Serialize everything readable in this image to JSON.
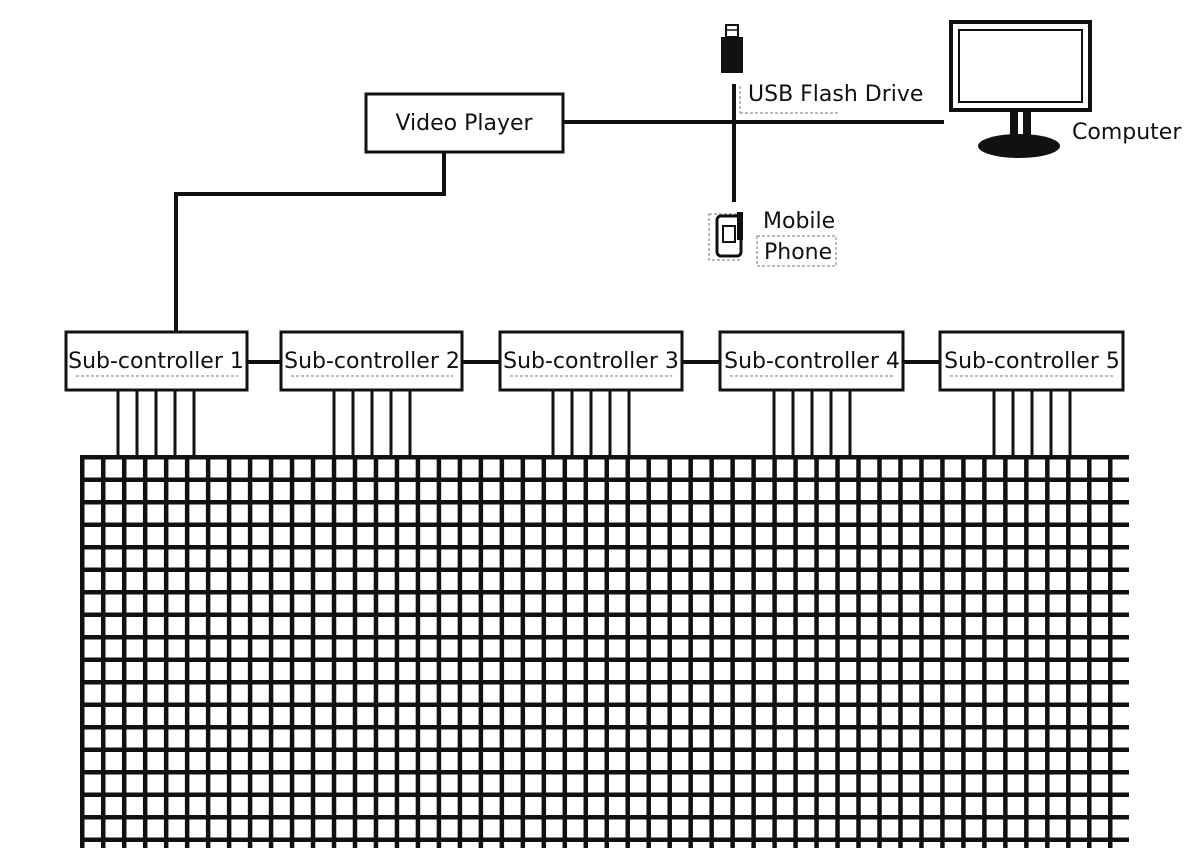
{
  "labels": {
    "video_player": "Video Player",
    "usb": "USB Flash Drive",
    "computer": "Computer",
    "mobile_line1": "Mobile",
    "mobile_line2": "Phone"
  },
  "sub_controllers": [
    "Sub-controller 1",
    "Sub-controller 2",
    "Sub-controller 3",
    "Sub-controller 4",
    "Sub-controller 5"
  ],
  "colors": {
    "ink": "#111111",
    "paper": "#ffffff"
  },
  "icons": [
    "usb-drive-icon",
    "computer-monitor-icon",
    "mobile-phone-icon"
  ],
  "led_grid": {
    "cols": 50,
    "rows": 18
  }
}
